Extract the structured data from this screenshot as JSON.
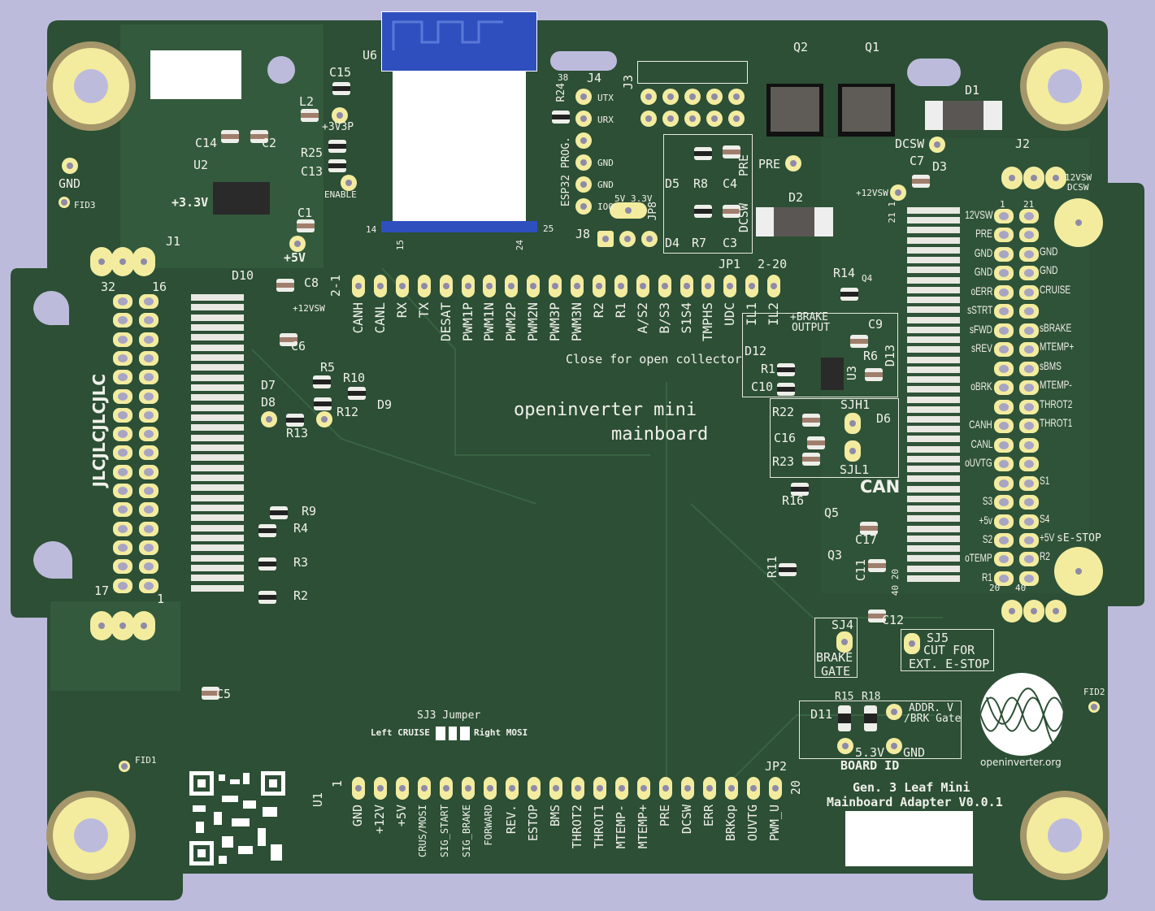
{
  "board": {
    "title_line1": "openinverter mini",
    "title_line2": "mainboard",
    "adapter_line1": "Gen. 3 Leaf Mini",
    "adapter_line2": "Mainboard Adapter V0.0.1",
    "logo_text": "openinverter.org",
    "jlc": "JLCJLCJLCJLC",
    "open_collector_note": "Close for open collector",
    "sj3_title": "SJ3 Jumper",
    "sj3_left": "Left CRUISE",
    "sj3_right": "Right MOSI",
    "colors": {
      "board": "#2c4f35",
      "silk": "#f0f0ea",
      "pad": "#f3ec9f",
      "background": "#bdbbdc",
      "esp_antenna": "#2f4fbf"
    }
  },
  "jp1": {
    "ref": "JP1",
    "range_label": "2-20",
    "start_label": "2-1",
    "pins": [
      "CANH",
      "CANL",
      "RX",
      "TX",
      "DESAT",
      "PWM1P",
      "PWM1N",
      "PWM2P",
      "PWM2N",
      "PWM3P",
      "PWM3N",
      "R2",
      "R1",
      "A/S2",
      "B/S3",
      "S1S4",
      "TMPHS",
      "UDC",
      "IL1",
      "IL2"
    ]
  },
  "jp2": {
    "ref": "JP2",
    "u1": "U1",
    "first": "1",
    "last": "20",
    "pins": [
      "GND",
      "+12V",
      "+5V",
      "CRUS/MOSI",
      "SIG_START",
      "SIG_BRAKE",
      "FORWARD",
      "REV.",
      "ESTOP",
      "BMS",
      "THROT2",
      "THROT1",
      "MTEMP-",
      "MTEMP+",
      "PRE",
      "DCSW",
      "ERR",
      "BRKop",
      "OUVTG",
      "PWM_U"
    ]
  },
  "j2": {
    "ref": "J2",
    "n1": "1",
    "n21": "21",
    "n20": "20",
    "n40": "40",
    "left": [
      "12VSW",
      "PRE",
      "GND",
      "GND",
      "oERR",
      "sSTRT",
      "sFWD",
      "sREV",
      "",
      "oBRK",
      "",
      "CANH",
      "CANL",
      "oUVTG",
      "",
      "S3",
      "+5v",
      "S2",
      "oTEMP",
      "R1"
    ],
    "right": [
      "",
      "",
      "GND",
      "GND",
      "CRUISE",
      "",
      "sBRAKE",
      "MTEMP+",
      "sBMS",
      "MTEMP-",
      "THROT2",
      "THROT1",
      "",
      "",
      "S1",
      "",
      "S4",
      "+5V",
      "R2",
      ""
    ],
    "callout_12vsw": "12VSW",
    "callout_dcsw": "DCSW",
    "callout_estop": "sE-STOP"
  },
  "j1": {
    "ref": "J1",
    "n32": "32",
    "n16": "16",
    "n17": "17",
    "n1": "1"
  },
  "j4": {
    "ref": "J4",
    "pins": [
      "UTX",
      "URX",
      "",
      "GND",
      "GND"
    ],
    "io0": "IO0",
    "prog": "ESP32 PROG."
  },
  "labels": {
    "U6": "U6",
    "C15": "C15",
    "L2": "L2",
    "P3V3P": "+3V3P",
    "C14": "C14",
    "C2": "C2",
    "R25": "R25",
    "C13": "C13",
    "ENABLE": "ENABLE",
    "U2": "U2",
    "GND": "GND",
    "FID3": "FID3",
    "P33V": "+3.3V",
    "C1": "C1",
    "P5V": "+5V",
    "D10": "D10",
    "C8": "C8",
    "P12VSW_L": "+12VSW",
    "C6": "C6",
    "R5": "R5",
    "R10": "R10",
    "D7": "D7",
    "D8": "D8",
    "D9": "D9",
    "R12": "R12",
    "R13": "R13",
    "R9": "R9",
    "R4": "R4",
    "R3": "R3",
    "R2": "R2",
    "C5": "C5",
    "FID1": "FID1",
    "J3": "J3",
    "R24": "R24",
    "N38": "38",
    "N14": "14",
    "N15": "15",
    "N24": "24",
    "N25": "25",
    "JP8": "JP8",
    "JP8_5V": "5V",
    "JP8_33V": "3.3V",
    "J8": "J8",
    "D5": "D5",
    "R8": "R8",
    "C4": "C4",
    "PRE_V": "PRE",
    "D4": "D4",
    "R7": "R7",
    "C3": "C3",
    "DCSW_V": "DCSW",
    "Q2": "Q2",
    "Q1": "Q1",
    "D1": "D1",
    "PRE": "PRE",
    "DCSW": "DCSW",
    "C7": "C7",
    "D3": "D3",
    "P12VSW_R": "+12VSW",
    "D2": "D2",
    "R14": "R14",
    "Q4": "Q4",
    "BRAKE_OUT1": "+BRAKE",
    "BRAKE_OUT2": "OUTPUT",
    "C9": "C9",
    "D12": "D12",
    "R1": "R1",
    "R6": "R6",
    "D13": "D13",
    "U3": "U3",
    "C10": "C10",
    "R22": "R22",
    "SJH1": "SJH1",
    "D6": "D6",
    "C16": "C16",
    "R23": "R23",
    "SJL1": "SJL1",
    "CAN": "CAN",
    "R16": "R16",
    "Q5": "Q5",
    "C17": "C17",
    "R11": "R11",
    "Q3": "Q3",
    "C11": "C11",
    "C12": "C12",
    "SJ4": "SJ4",
    "BRAKE": "BRAKE",
    "GATE": "GATE",
    "SJ5": "SJ5",
    "CUT_FOR": "CUT FOR",
    "EXT_ESTOP": "EXT. E-STOP",
    "R15": "R15",
    "R18": "R18",
    "D11": "D11",
    "ADDR_V": "ADDR. V",
    "BRK_GATE": "/BRK Gate",
    "V53": "5.3V",
    "GND_ID": "GND",
    "BOARD_ID": "BOARD ID",
    "FID2": "FID2",
    "N2120": "21 1",
    "N4020": "40 20"
  }
}
